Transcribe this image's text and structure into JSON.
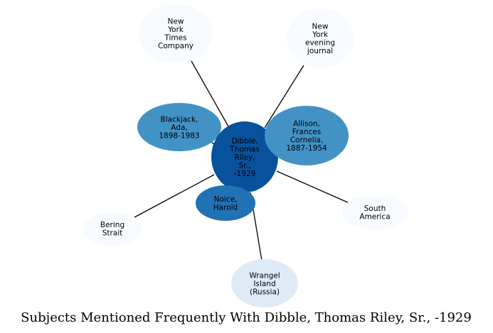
{
  "caption": "Subjects Mentioned Frequently With Dibble, Thomas Riley, Sr., -1929",
  "center": {
    "id": "dibble",
    "lines": [
      "Dibble,",
      "Thomas",
      "Riley,",
      "Sr.,",
      "-1929"
    ],
    "color": "#08519c"
  },
  "nodes": [
    {
      "id": "nyt",
      "lines": [
        "New",
        "York",
        "Times",
        "Company"
      ],
      "color": "#f7fbff"
    },
    {
      "id": "nyej",
      "lines": [
        "New",
        "York",
        "evening",
        "journal"
      ],
      "color": "#f7fbff"
    },
    {
      "id": "blackjack",
      "lines": [
        "Blackjack,",
        "Ada,",
        "1898-1983"
      ],
      "color": "#4292c6"
    },
    {
      "id": "allison",
      "lines": [
        "Allison,",
        "Frances",
        "Cornelia,",
        "1887-1954"
      ],
      "color": "#4292c6"
    },
    {
      "id": "noice",
      "lines": [
        "Noice,",
        "Harold"
      ],
      "color": "#2171b5"
    },
    {
      "id": "bering",
      "lines": [
        "Bering",
        "Strait"
      ],
      "color": "#f7fbff"
    },
    {
      "id": "south-america",
      "lines": [
        "South",
        "America"
      ],
      "color": "#f7fbff"
    },
    {
      "id": "wrangel",
      "lines": [
        "Wrangel",
        "Island",
        "(Russia)"
      ],
      "color": "#deebf7"
    }
  ]
}
